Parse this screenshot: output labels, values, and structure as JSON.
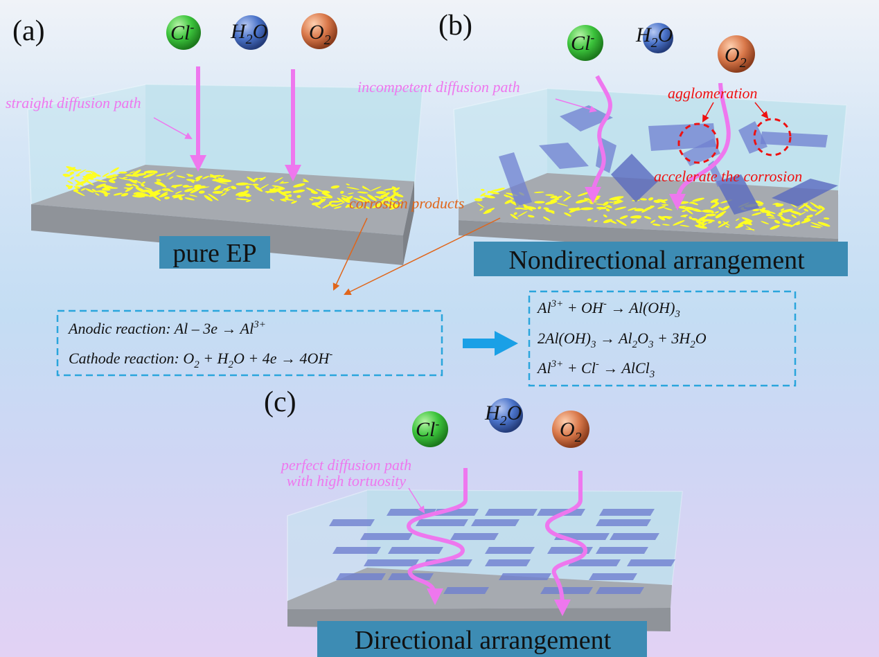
{
  "panels": {
    "a": {
      "label": "(a)",
      "banner": "pure EP",
      "annotation": "straight diffusion path"
    },
    "b": {
      "label": "(b)",
      "banner": "Nondirectional arrangement",
      "annotation_path": "incompetent diffusion path",
      "annotation_agglo": "agglomeration",
      "annotation_accel": "accelerate the corrosion"
    },
    "c": {
      "label": "(c)",
      "banner": "Directional arrangement",
      "annotation_line1": "perfect diffusion path",
      "annotation_line2": "with high tortuosity"
    }
  },
  "molecules": {
    "cl": {
      "base": "Cl",
      "sup": "-"
    },
    "h2o": {
      "a": "H",
      "sub": "2",
      "b": "O"
    },
    "o2": {
      "base": "O",
      "sub": "2"
    }
  },
  "corrosion_products": "corrosion products",
  "reactions_left": {
    "anodic": {
      "pre": "Anodic reaction: Al – 3e → Al",
      "sup": "3+"
    },
    "cathode": {
      "a": "Cathode reaction: O",
      "s1": "2",
      "b": " + H",
      "s2": "2",
      "c": "O + 4e → 4OH",
      "sup": "-"
    }
  },
  "reactions_right": {
    "r1": {
      "a": "Al",
      "sup1": "3+",
      "b": " + OH",
      "sup2": "-",
      "c": " → Al(OH)",
      "sub": "3"
    },
    "r2": {
      "a": "2Al(OH)",
      "s1": "3",
      "b": " → Al",
      "s2": "2",
      "c": "O",
      "s3": "3",
      "d": " + 3H",
      "s4": "2",
      "e": "O"
    },
    "r3": {
      "a": "Al",
      "sup1": "3+",
      "b": " + Cl",
      "sup2": "-",
      "c": " → AlCl",
      "sub": "3"
    }
  },
  "colors": {
    "cl_ball": "#3cc43c",
    "h2o_ball": "#4a73c9",
    "o2_ball": "#d9784a",
    "diffusion_arrow": "#ee77ee",
    "banner": "#3d8cb4",
    "flake": "#6f7fd0",
    "corrosion_product": "#ffff22",
    "reaction_arrow": "#1aa0e6",
    "dashed_box": "#2aa5dc"
  }
}
